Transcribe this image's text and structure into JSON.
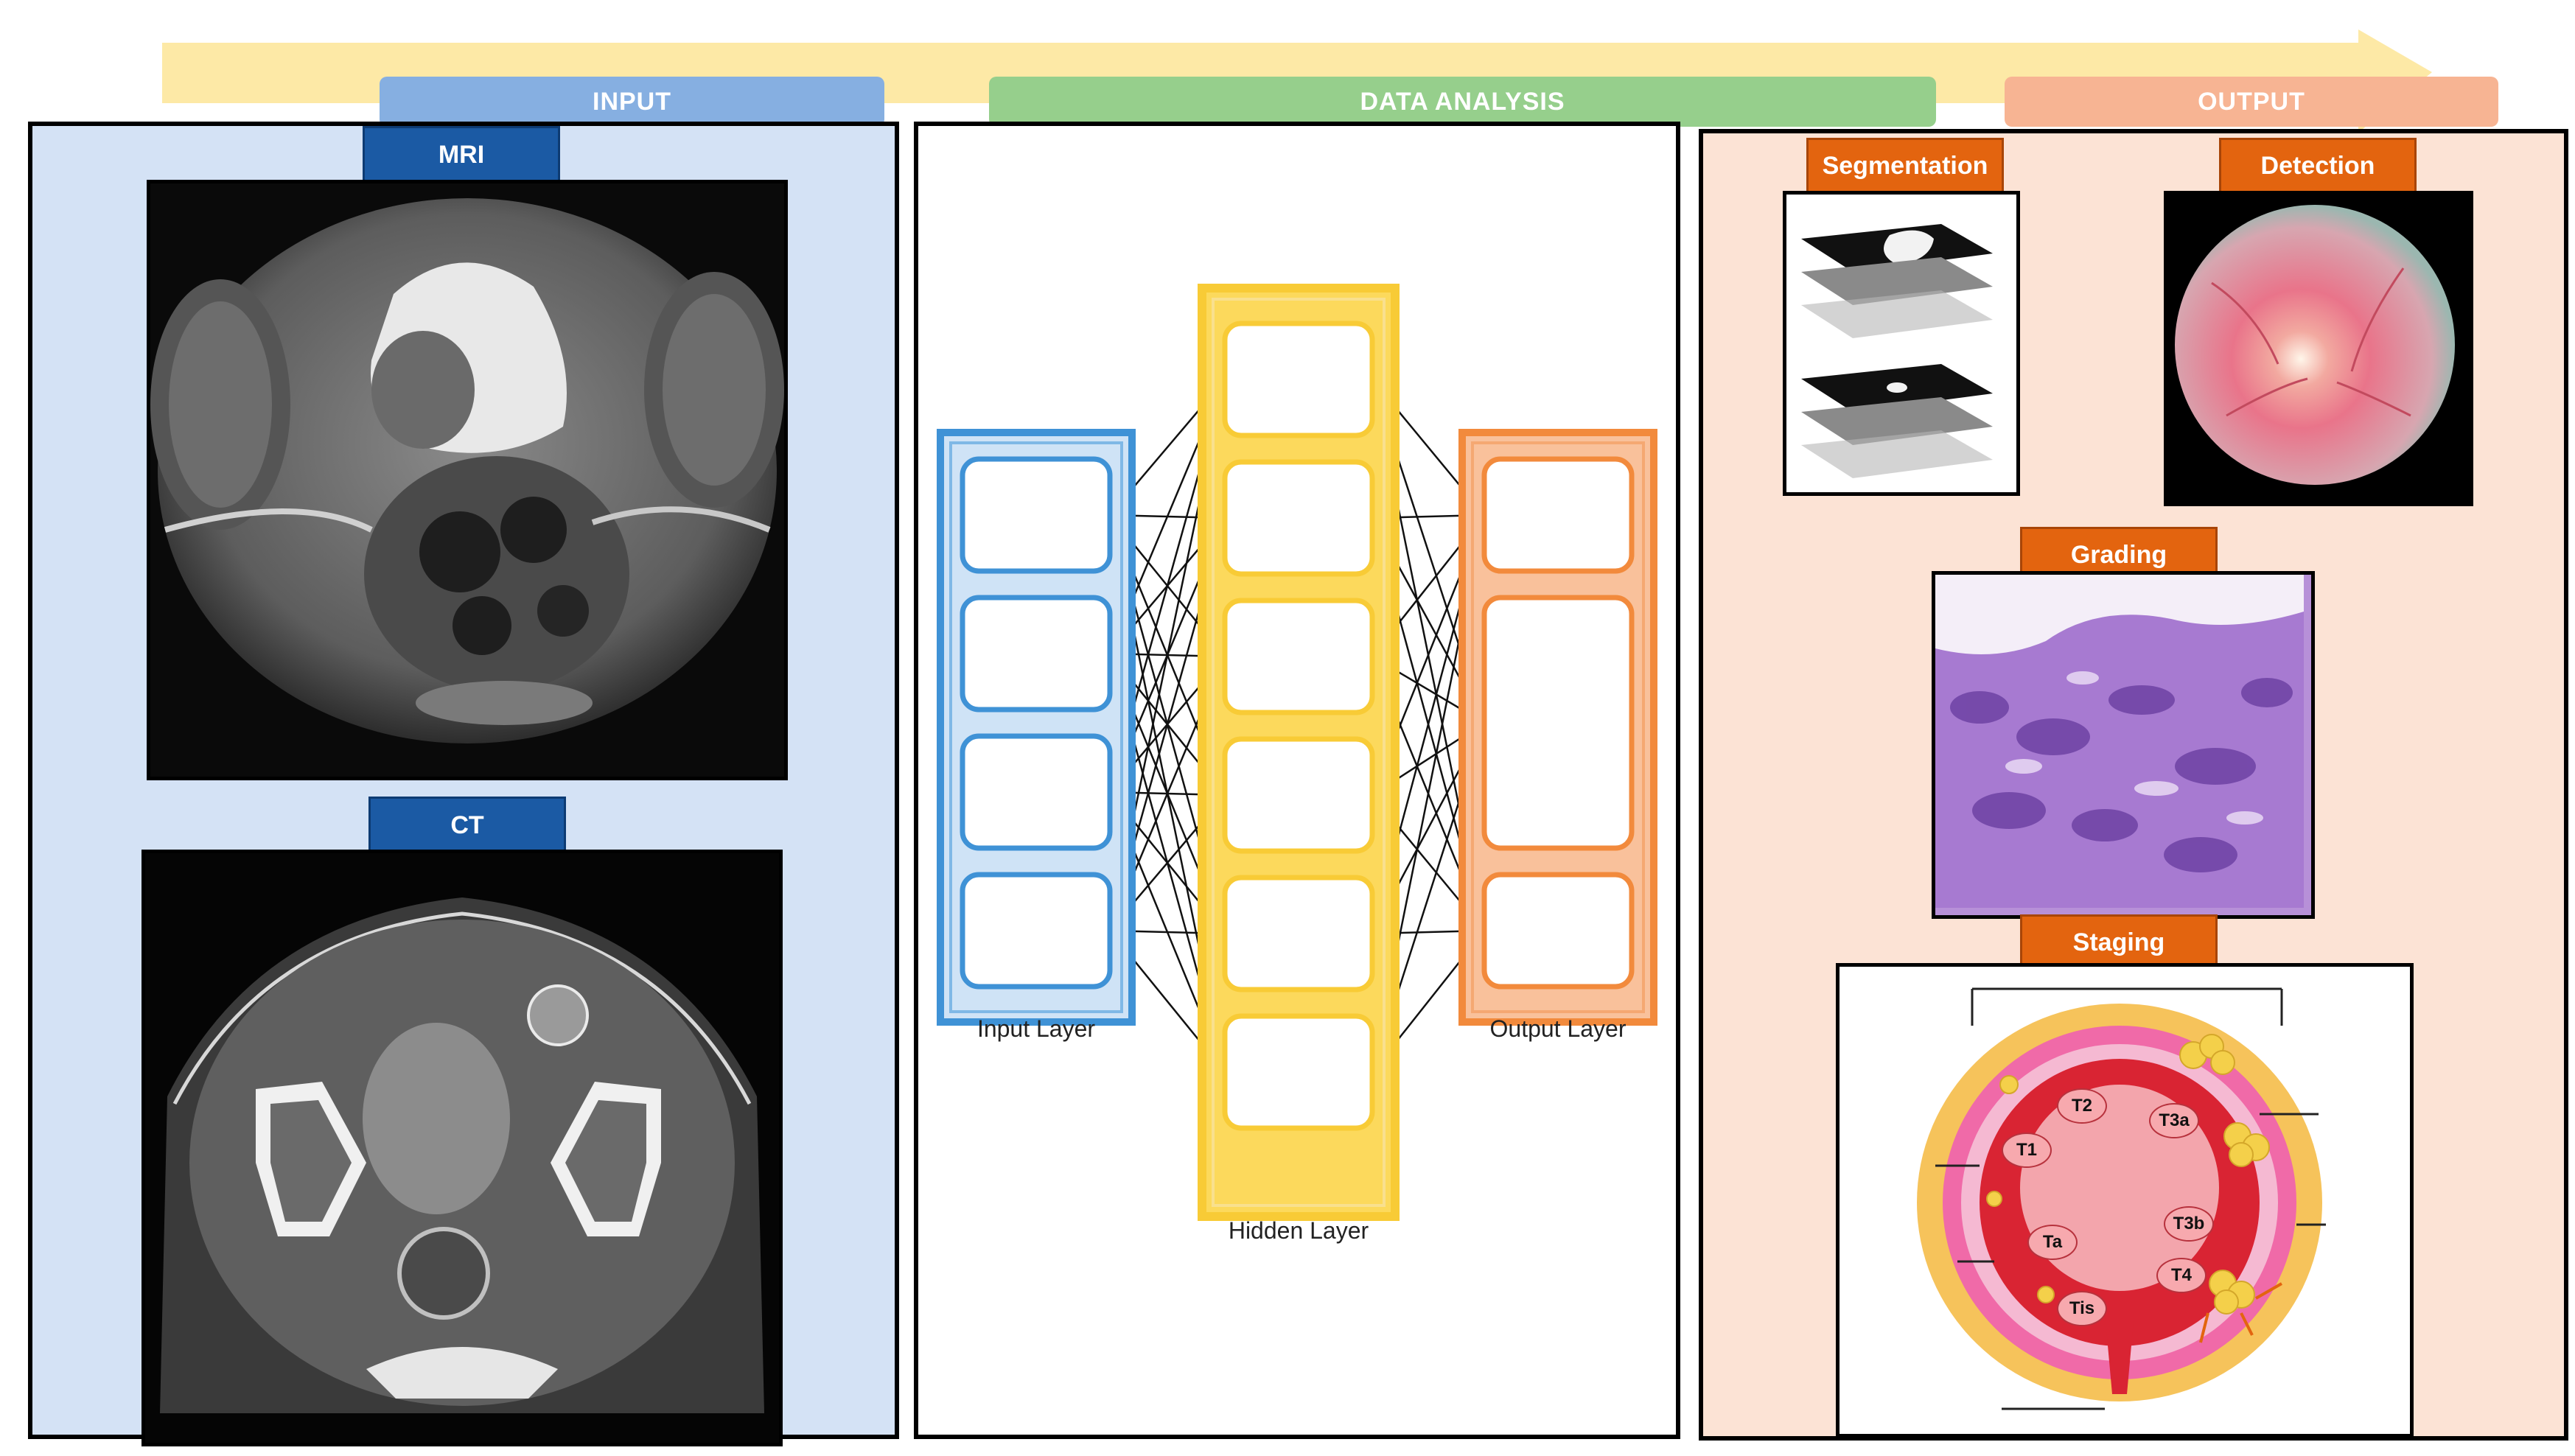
{
  "banner": {
    "input_label": "INPUT",
    "data_analysis_label": "DATA ANALYSIS",
    "output_label": "OUTPUT"
  },
  "input_panel": {
    "mri_label": "MRI",
    "ct_label": "CT"
  },
  "network": {
    "input_layer_label": "Input Layer",
    "hidden_layer_label": "Hidden Layer",
    "output_layer_label": "Output Layer",
    "input_nodes": 4,
    "hidden_nodes": 6,
    "output_nodes": 3
  },
  "output_panel": {
    "segmentation_label": "Segmentation",
    "detection_label": "Detection",
    "grading_label": "Grading",
    "staging_label": "Staging",
    "stages": [
      "T2",
      "T3a",
      "T1",
      "T3b",
      "Ta",
      "T4",
      "Tis"
    ]
  },
  "colors": {
    "banner_arrow": "#fde9a6",
    "input_blue": "#3f92d6",
    "hidden_yellow": "#f8cb36",
    "output_orange": "#f28a3c",
    "tab_blue": "#1b5aa4",
    "tab_orange": "#e3640f"
  }
}
